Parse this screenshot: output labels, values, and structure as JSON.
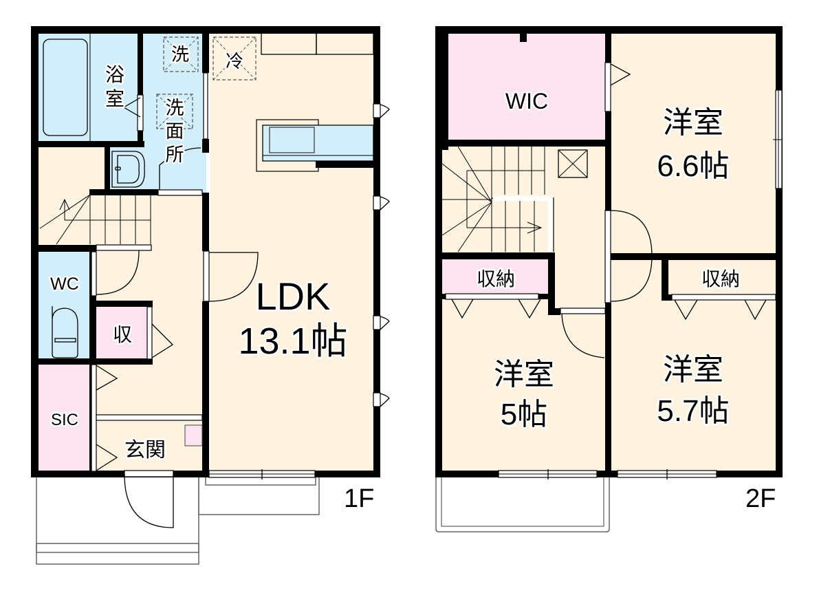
{
  "colors": {
    "living": "#FDF3E0",
    "wet_area": "#D3EEFB",
    "storage": "#FBE4EF",
    "wall": "#000000",
    "background": "#FFFFFF"
  },
  "floors": [
    {
      "label": "1F",
      "rooms": [
        {
          "id": "bath",
          "name": "浴室",
          "type": "wet_area"
        },
        {
          "id": "washroom",
          "name": "洗面所",
          "type": "wet_area"
        },
        {
          "id": "toilet",
          "name": "WC",
          "type": "wet_area"
        },
        {
          "id": "storage",
          "name": "収",
          "type": "storage"
        },
        {
          "id": "shoe-closet",
          "name": "SIC",
          "type": "storage"
        },
        {
          "id": "entrance",
          "name": "玄関",
          "type": "living"
        },
        {
          "id": "ldk",
          "name": "LDK",
          "size": "13.1帖",
          "type": "living"
        }
      ],
      "fixtures": {
        "washer": "洗",
        "fridge": "冷"
      }
    },
    {
      "label": "2F",
      "rooms": [
        {
          "id": "wic",
          "name": "WIC",
          "type": "storage"
        },
        {
          "id": "western-room-1",
          "name": "洋室",
          "size": "6.6帖",
          "type": "living"
        },
        {
          "id": "closet-left",
          "name": "収納",
          "type": "storage"
        },
        {
          "id": "closet-right",
          "name": "収納",
          "type": "storage"
        },
        {
          "id": "western-room-2",
          "name": "洋室",
          "size": "5帖",
          "type": "living"
        },
        {
          "id": "western-room-3",
          "name": "洋室",
          "size": "5.7帖",
          "type": "living"
        }
      ]
    }
  ]
}
